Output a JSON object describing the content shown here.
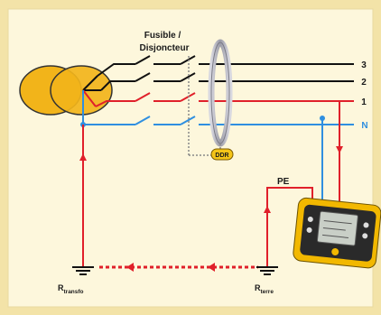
{
  "title": {
    "line1": "Fusible /",
    "line2": "Disjoncteur"
  },
  "phases": [
    {
      "label": "3",
      "color": "#111111"
    },
    {
      "label": "2",
      "color": "#111111"
    },
    {
      "label": "1",
      "color": "#e0202a"
    },
    {
      "label": "N",
      "color": "#2f8fe0"
    }
  ],
  "labels": {
    "ddr": "DDR",
    "pe": "PE",
    "r_transfo_main": "R",
    "r_transfo_sub": "transfo",
    "r_terre_main": "R",
    "r_terre_sub": "terre"
  },
  "colors": {
    "frame": "#f3e3a8",
    "background": "#fdf7dc",
    "transformer": "#f2b41a",
    "phase_red": "#e0202a",
    "neutral_blue": "#2f8fe0",
    "tester_body": "#f2b800"
  }
}
